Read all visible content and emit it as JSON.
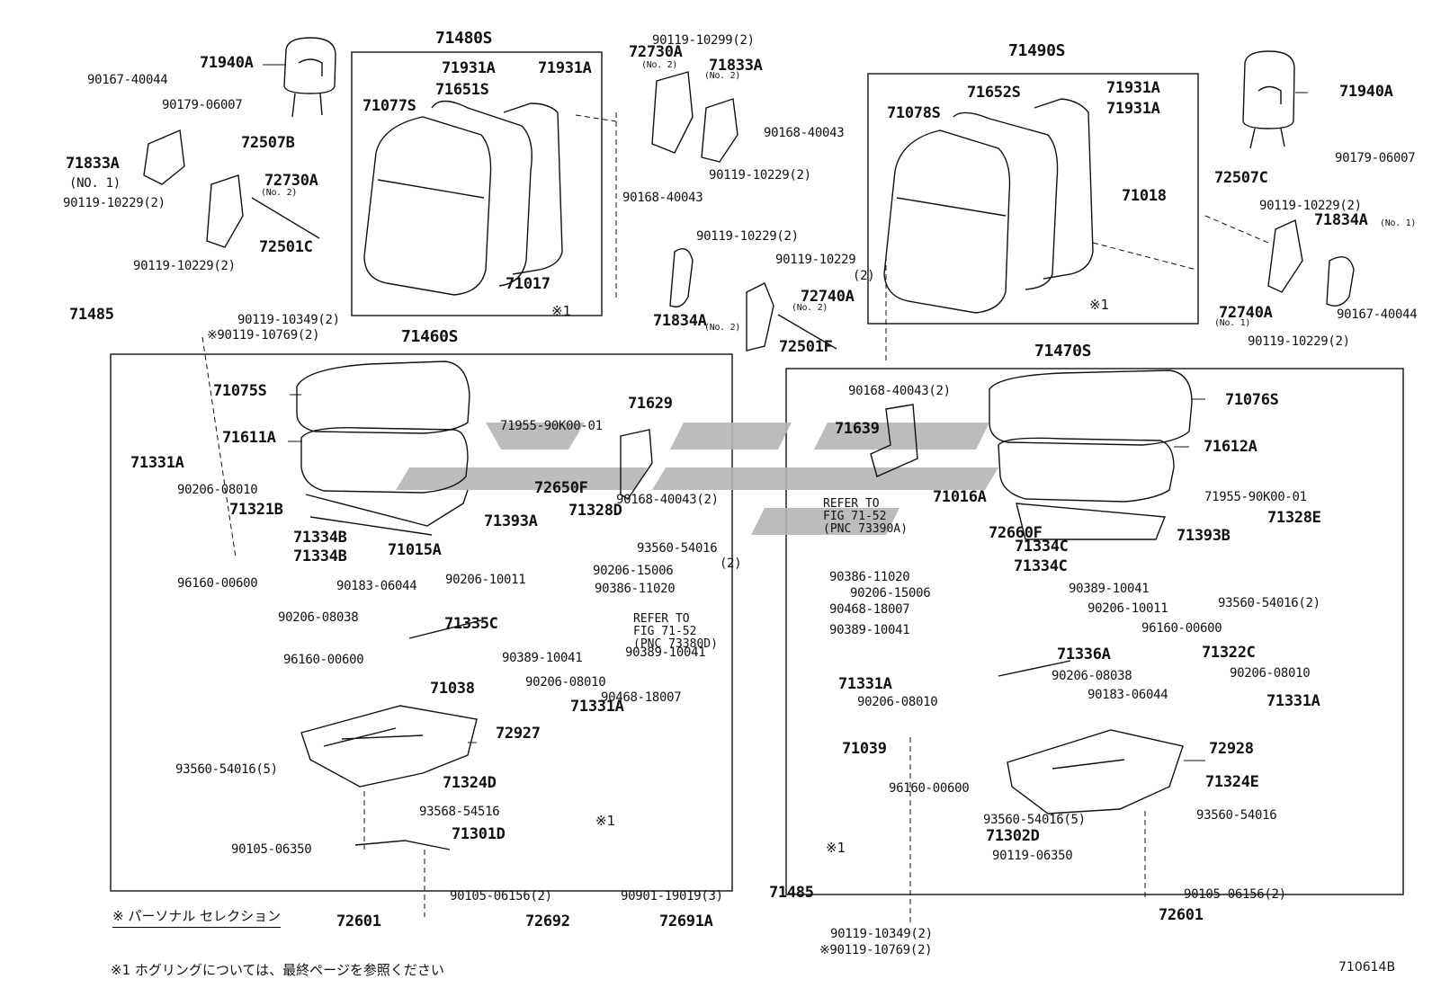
{
  "figure_code": "710614B",
  "legend_personal": "※ パーソナル セレクション",
  "footnote": "※1  ホグリングについては、最終ページを参照ください",
  "refer_left": [
    "REFER TO",
    "FIG 71-52",
    "(PNC 73380D)"
  ],
  "refer_right": [
    "REFER TO",
    "FIG 71-52",
    "(PNC 73390A)"
  ],
  "mark_note": "※1",
  "watermark_color": "#b5b5b5",
  "labels": [
    {
      "text": "71480S"
    },
    {
      "text": "71940A"
    },
    {
      "text": "90167-40044"
    },
    {
      "text": "90179-06007"
    },
    {
      "text": "72507B"
    },
    {
      "text": "71833A"
    },
    {
      "text": "(NO. 1)"
    },
    {
      "text": "90119-10229(2)"
    },
    {
      "text": "72730A"
    },
    {
      "text": "72501C"
    },
    {
      "text": "90119-10229(2)"
    },
    {
      "text": "71931A"
    },
    {
      "text": "71931A"
    },
    {
      "text": "71651S"
    },
    {
      "text": "71077S"
    },
    {
      "text": "71017"
    },
    {
      "text": "90119-10299(2)"
    },
    {
      "text": "72730A"
    },
    {
      "text": "71833A"
    },
    {
      "text": "90168-40043"
    },
    {
      "text": "90119-10229(2)"
    },
    {
      "text": "90168-40043"
    },
    {
      "text": "90119-10229(2)"
    },
    {
      "text": "90119-10229"
    },
    {
      "text": "(2)"
    },
    {
      "text": "72740A"
    },
    {
      "text": "71834A"
    },
    {
      "text": "72501F"
    },
    {
      "text": "71485"
    },
    {
      "text": "90119-10349(2)"
    },
    {
      "text": "※90119-10769(2)"
    },
    {
      "text": "71460S"
    },
    {
      "text": "71490S"
    },
    {
      "text": "71652S"
    },
    {
      "text": "71931A"
    },
    {
      "text": "71931A"
    },
    {
      "text": "71078S"
    },
    {
      "text": "71018"
    },
    {
      "text": "71940A"
    },
    {
      "text": "90179-06007"
    },
    {
      "text": "72507C"
    },
    {
      "text": "90119-10229(2)"
    },
    {
      "text": "71834A"
    },
    {
      "text": "(No. 1)"
    },
    {
      "text": "72740A"
    },
    {
      "text": "90167-40044"
    },
    {
      "text": "90119-10229(2)"
    },
    {
      "text": "71470S"
    },
    {
      "text": "71075S"
    },
    {
      "text": "71611A"
    },
    {
      "text": "71955-90K00-01"
    },
    {
      "text": "71629"
    },
    {
      "text": "71331A"
    },
    {
      "text": "90206-08010"
    },
    {
      "text": "71321B"
    },
    {
      "text": "72650F"
    },
    {
      "text": "90168-40043(2)"
    },
    {
      "text": "71393A"
    },
    {
      "text": "71328D"
    },
    {
      "text": "71334B"
    },
    {
      "text": "71334B"
    },
    {
      "text": "71015A"
    },
    {
      "text": "93560-54016"
    },
    {
      "text": "(2)"
    },
    {
      "text": "96160-00600"
    },
    {
      "text": "90183-06044"
    },
    {
      "text": "90206-10011"
    },
    {
      "text": "90206-15006"
    },
    {
      "text": "90386-11020"
    },
    {
      "text": "90206-08038"
    },
    {
      "text": "71335C"
    },
    {
      "text": "90389-10041"
    },
    {
      "text": "90389-10041"
    },
    {
      "text": "96160-00600"
    },
    {
      "text": "71038"
    },
    {
      "text": "90206-08010"
    },
    {
      "text": "90468-18007"
    },
    {
      "text": "71331A"
    },
    {
      "text": "72927"
    },
    {
      "text": "93560-54016(5)"
    },
    {
      "text": "71324D"
    },
    {
      "text": "93568-54516"
    },
    {
      "text": "71301D"
    },
    {
      "text": "90105-06350"
    },
    {
      "text": "90168-40043(2)"
    },
    {
      "text": "71076S"
    },
    {
      "text": "71639"
    },
    {
      "text": "71612A"
    },
    {
      "text": "71016A"
    },
    {
      "text": "71955-90K00-01"
    },
    {
      "text": "71328E"
    },
    {
      "text": "72660F"
    },
    {
      "text": "71334C"
    },
    {
      "text": "71334C"
    },
    {
      "text": "71393B"
    },
    {
      "text": "90386-11020"
    },
    {
      "text": "90206-15006"
    },
    {
      "text": "90468-18007"
    },
    {
      "text": "90389-10041"
    },
    {
      "text": "90389-10041"
    },
    {
      "text": "90206-10011"
    },
    {
      "text": "93560-54016(2)"
    },
    {
      "text": "96160-00600"
    },
    {
      "text": "71336A"
    },
    {
      "text": "71322C"
    },
    {
      "text": "90206-08038"
    },
    {
      "text": "90206-08010"
    },
    {
      "text": "71331A"
    },
    {
      "text": "90183-06044"
    },
    {
      "text": "71331A"
    },
    {
      "text": "90206-08010"
    },
    {
      "text": "71039"
    },
    {
      "text": "72928"
    },
    {
      "text": "96160-00600"
    },
    {
      "text": "71324E"
    },
    {
      "text": "93560-54016(5)"
    },
    {
      "text": "93560-54016"
    },
    {
      "text": "71302D"
    },
    {
      "text": "90119-06350"
    },
    {
      "text": "71485"
    },
    {
      "text": "90105-06156(2)"
    },
    {
      "text": "90901-19019(3)"
    },
    {
      "text": "72601"
    },
    {
      "text": "72692"
    },
    {
      "text": "72691A"
    },
    {
      "text": "90119-10349(2)"
    },
    {
      "text": "※90119-10769(2)"
    },
    {
      "text": "90105-06156(2)"
    },
    {
      "text": "72601"
    },
    {
      "text": "(No. 2)"
    },
    {
      "text": "(No. 2)"
    },
    {
      "text": "(No. 2)"
    },
    {
      "text": "(No. 1)"
    },
    {
      "text": "(No. 2)"
    },
    {
      "text": "(No. 2)"
    }
  ]
}
